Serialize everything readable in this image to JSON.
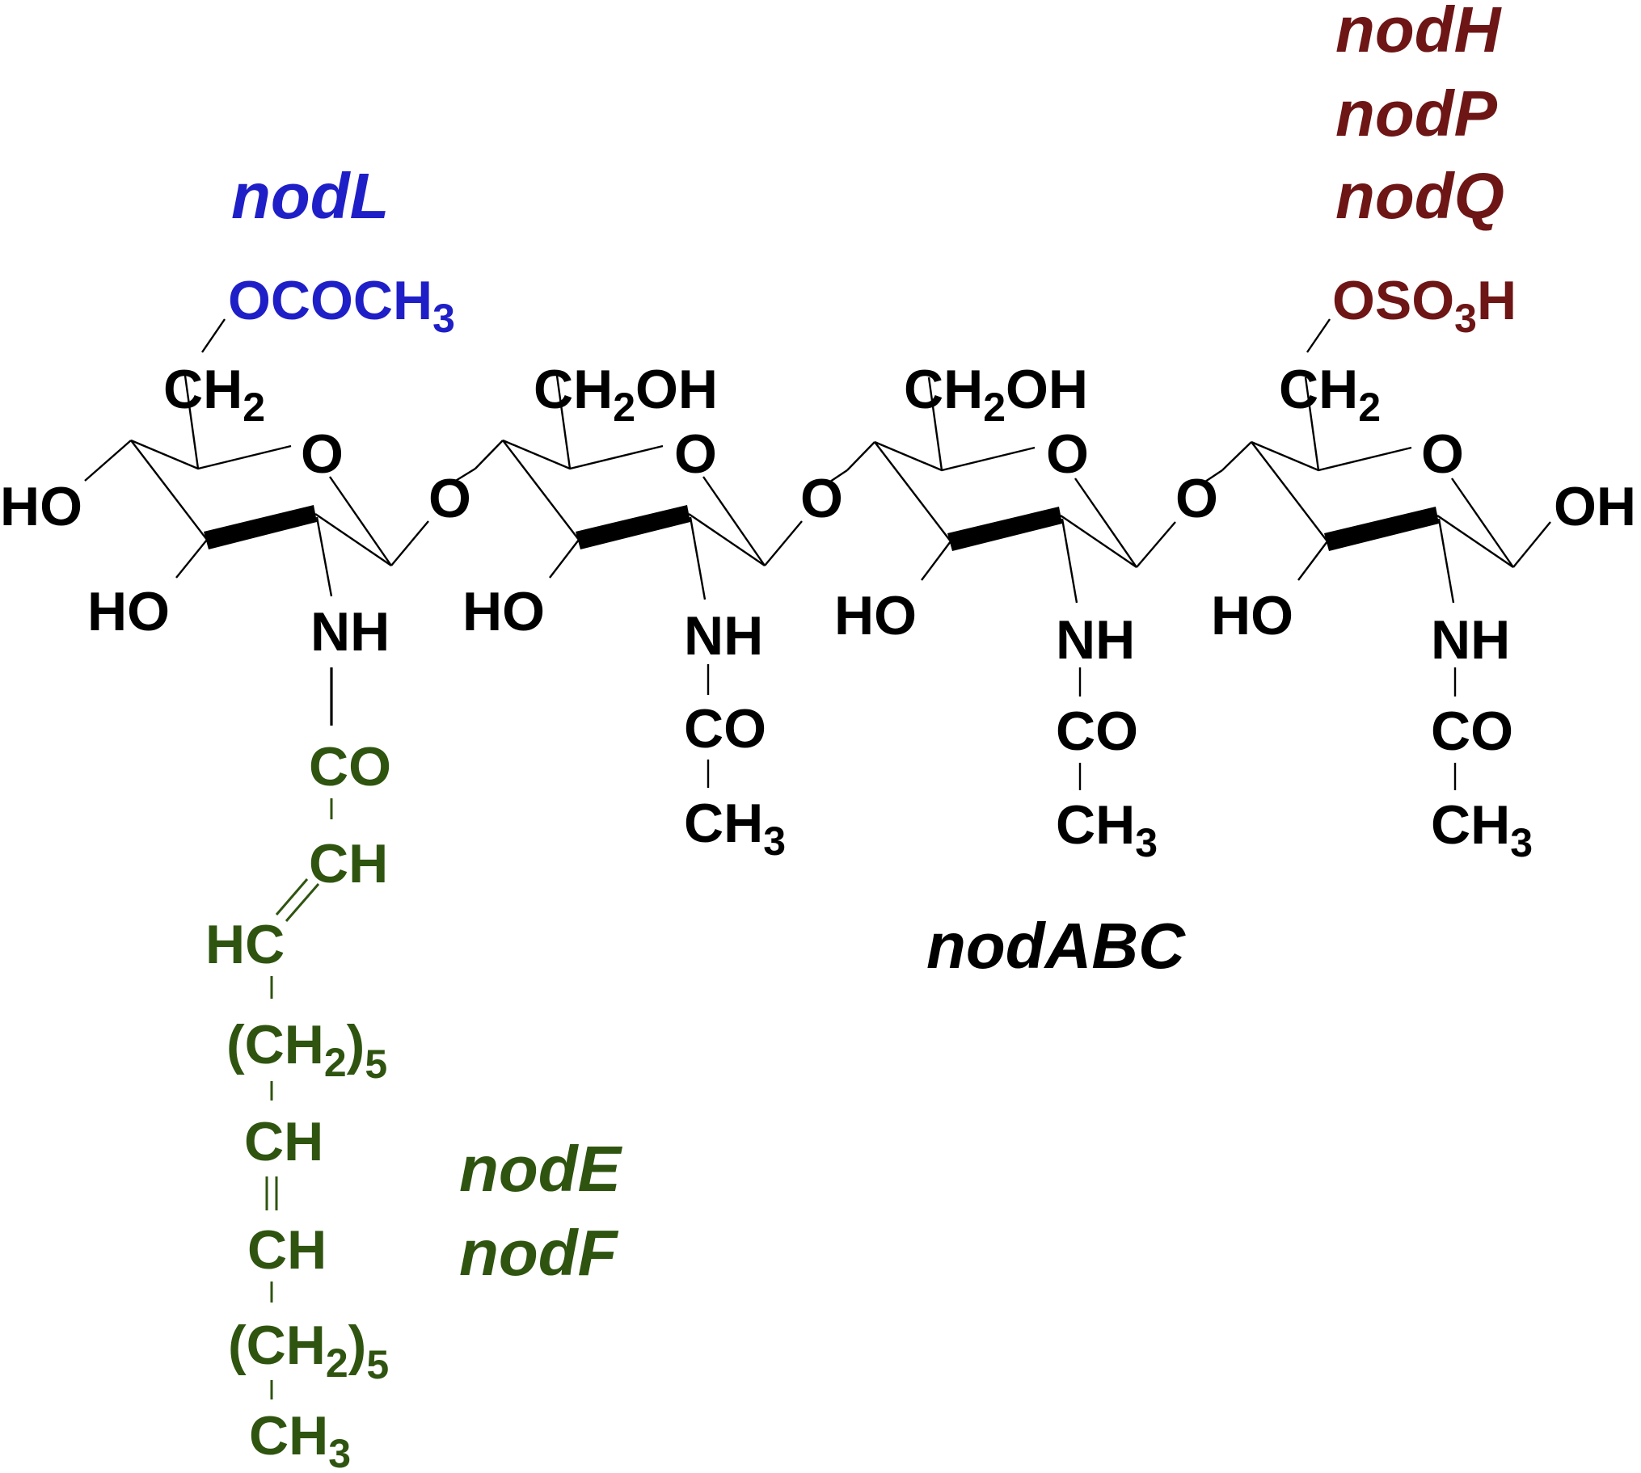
{
  "colors": {
    "black": "#000000",
    "blue": "#1f1fc8",
    "green": "#2f5410",
    "maroon": "#6e1515"
  },
  "genes": {
    "nodL": "nodL",
    "nodH": "nodH",
    "nodP": "nodP",
    "nodQ": "nodQ",
    "nodABC": "nodABC",
    "nodE": "nodE",
    "nodF": "nodF"
  },
  "substituents": {
    "acetyl": {
      "main": "OCOCH",
      "sub": "3"
    },
    "sulfate": {
      "pre": "OSO",
      "sub": "3",
      "post": "H"
    }
  },
  "rings": [
    {
      "ch2": "CH",
      "ch2_sub": "2",
      "ch2_tail": "",
      "ring_o": "O",
      "ho_left": "HO",
      "ho_bottom": "HO",
      "nh": "NH",
      "glyco_o": "O"
    },
    {
      "ch2": "CH",
      "ch2_sub": "2",
      "ch2_tail": "OH",
      "ring_o": "O",
      "ho_bottom": "HO",
      "nh": "NH",
      "co": "CO",
      "ch3": "CH",
      "ch3_sub": "3",
      "glyco_o": "O"
    },
    {
      "ch2": "CH",
      "ch2_sub": "2",
      "ch2_tail": "OH",
      "ring_o": "O",
      "ho_bottom": "HO",
      "nh": "NH",
      "co": "CO",
      "ch3": "CH",
      "ch3_sub": "3",
      "glyco_o": "O"
    },
    {
      "ch2": "CH",
      "ch2_sub": "2",
      "ch2_tail": "",
      "ring_o": "O",
      "ho_bottom": "HO",
      "nh": "NH",
      "co": "CO",
      "ch3": "CH",
      "ch3_sub": "3",
      "oh_right": "OH"
    }
  ],
  "fatty_chain": {
    "co": "CO",
    "ch1": "CH",
    "hc": "HC",
    "ch2n_a": {
      "pre": "(CH",
      "sub": "2",
      "post": ")",
      "n": "5"
    },
    "ch_a": "CH",
    "ch_b": "CH",
    "ch2n_b": {
      "pre": "(CH",
      "sub": "2",
      "post": ")",
      "n": "5"
    },
    "ch3": {
      "main": "CH",
      "sub": "3"
    }
  }
}
